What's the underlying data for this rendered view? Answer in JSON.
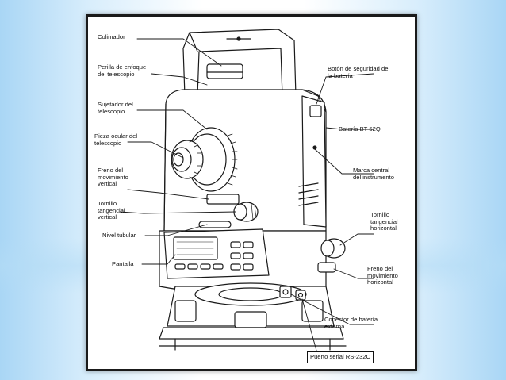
{
  "labels": {
    "colimador": "Colimador",
    "perilla": "Perilla de enfoque\ndel telescopio",
    "sujetador": "Sujetador del\ntelescopio",
    "pieza": "Pieza ocular del\ntelescopio",
    "freno_vertical": "Freno del\nmovimiento\nvertical",
    "tornillo_vertical": "Tornillo\ntangencial\nvertical",
    "nivel": "Nivel tubular",
    "pantalla": "Pantalla",
    "boton": "Botón de seguridad de\nla batería",
    "bateria": "Batería BT-52Q",
    "marca": "Marca central\ndel instrumento",
    "tornillo_horizontal": "Tornillo\ntangencial\nhorizontal",
    "freno_horizontal": "Freno del\nmovimiento\nhorizontal",
    "conector": "Conector de batería\nexterna",
    "puerto": "Puerto serial RS-232C"
  },
  "colors": {
    "ink": "#1a1a1a",
    "frame": "#1a1a1a"
  }
}
